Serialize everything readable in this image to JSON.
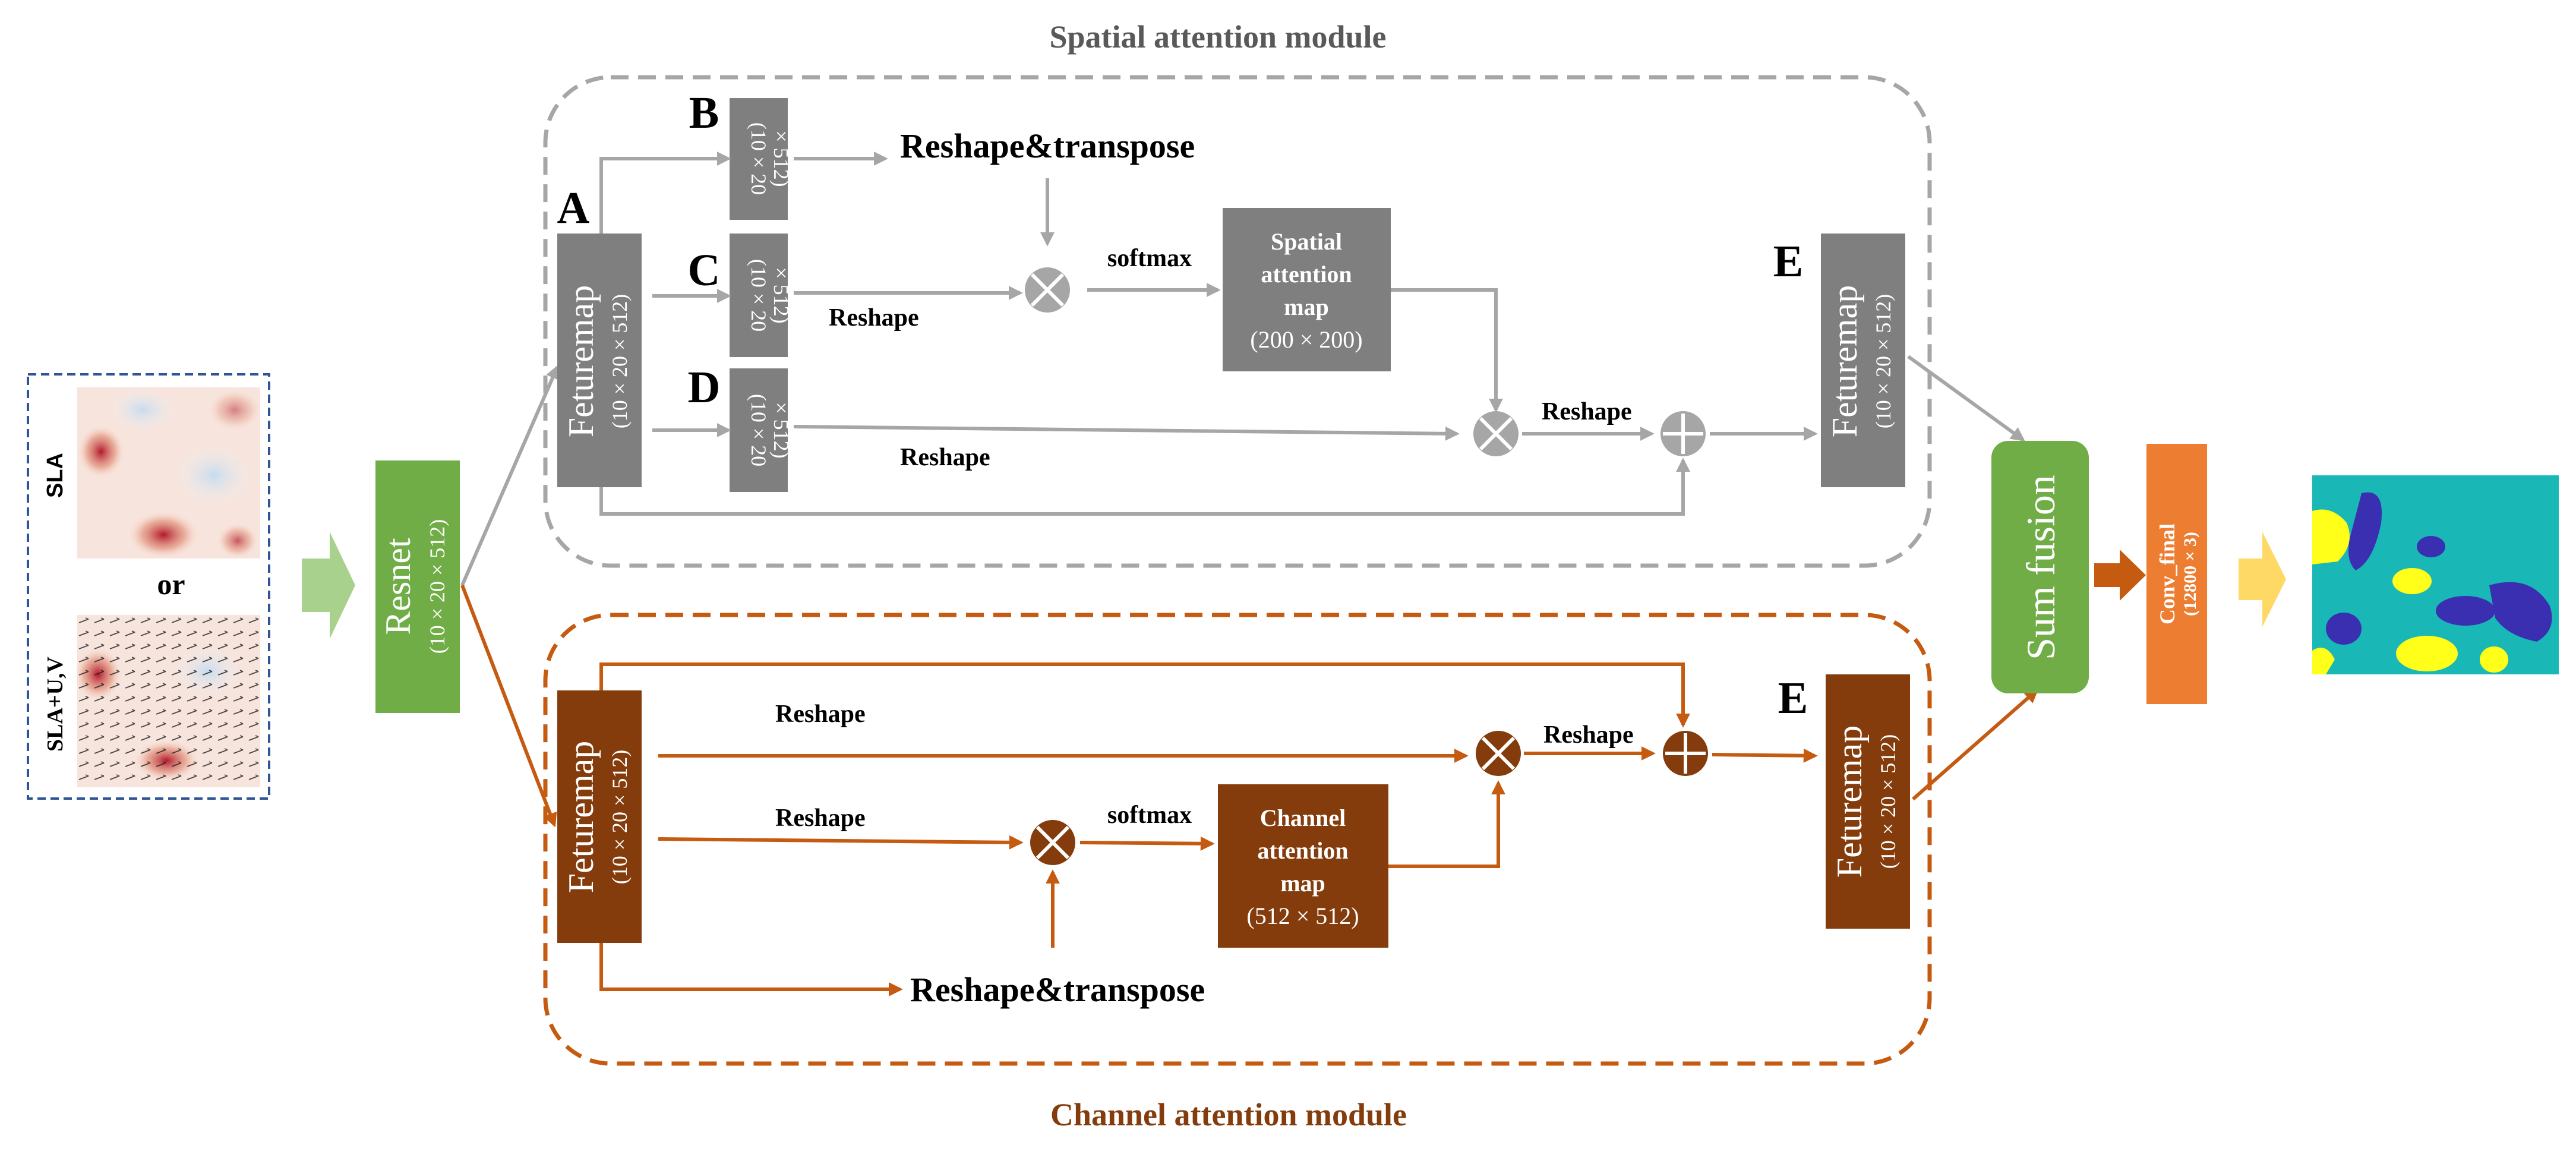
{
  "colors": {
    "spatial": "#a6a6a6",
    "spatial_dark": "#7f7f7f",
    "spatial_title": "#595959",
    "channel": "#c55a11",
    "channel_dark": "#843c0c",
    "channel_title": "#843c0c",
    "resnet": "#70ad47",
    "sum_fusion": "#70ad47",
    "conv_final": "#ed7d31",
    "input_border": "#2f5597",
    "in_arrow": "#a9d18e",
    "out_arrow": "#ffd966",
    "seg_bg": "#1ab7b7",
    "seg_yellow": "#ffff1a",
    "seg_purple": "#3a2fb0"
  },
  "titles": {
    "spatial": "Spatial attention module",
    "channel": "Channel attention module"
  },
  "input": {
    "label_sla": "SLA",
    "label_or": "or",
    "label_slauv": "SLA+U,V"
  },
  "resnet": {
    "title": "Resnet",
    "dims": "(10 × 20 × 512)"
  },
  "spatial": {
    "featuremap_title": "Feturemap",
    "featuremap_dims": "(10 × 20 × 512)",
    "letter_a": "A",
    "letter_b": "B",
    "letter_c": "C",
    "letter_d": "D",
    "letter_e": "E",
    "small_box_line1": "(10 × 20",
    "small_box_line2": "× 512)",
    "reshape_transpose": "Reshape&transpose",
    "reshape_c": "Reshape",
    "reshape_d": "Reshape",
    "reshape_out": "Reshape",
    "softmax": "softmax",
    "map_line1": "Spatial",
    "map_line2": "attention",
    "map_line3": "map",
    "map_dims": "(200 × 200)",
    "out_featuremap_title": "Feturemap",
    "out_featuremap_dims": "(10 × 20 × 512)"
  },
  "channel": {
    "featuremap_title": "Feturemap",
    "featuremap_dims": "(10 × 20 × 512)",
    "reshape_top": "Reshape",
    "reshape_mid": "Reshape",
    "reshape_out": "Reshape",
    "softmax": "softmax",
    "reshape_transpose": "Reshape&transpose",
    "map_line1": "Channel",
    "map_line2": "attention",
    "map_line3": "map",
    "map_dims": "(512 × 512)",
    "letter_e": "E",
    "out_featuremap_title": "Feturemap",
    "out_featuremap_dims": "(10 × 20 × 512)"
  },
  "fusion": {
    "title": "Sum fusion"
  },
  "conv": {
    "title": "Conv_final",
    "dims": "(12800 × 3)"
  }
}
